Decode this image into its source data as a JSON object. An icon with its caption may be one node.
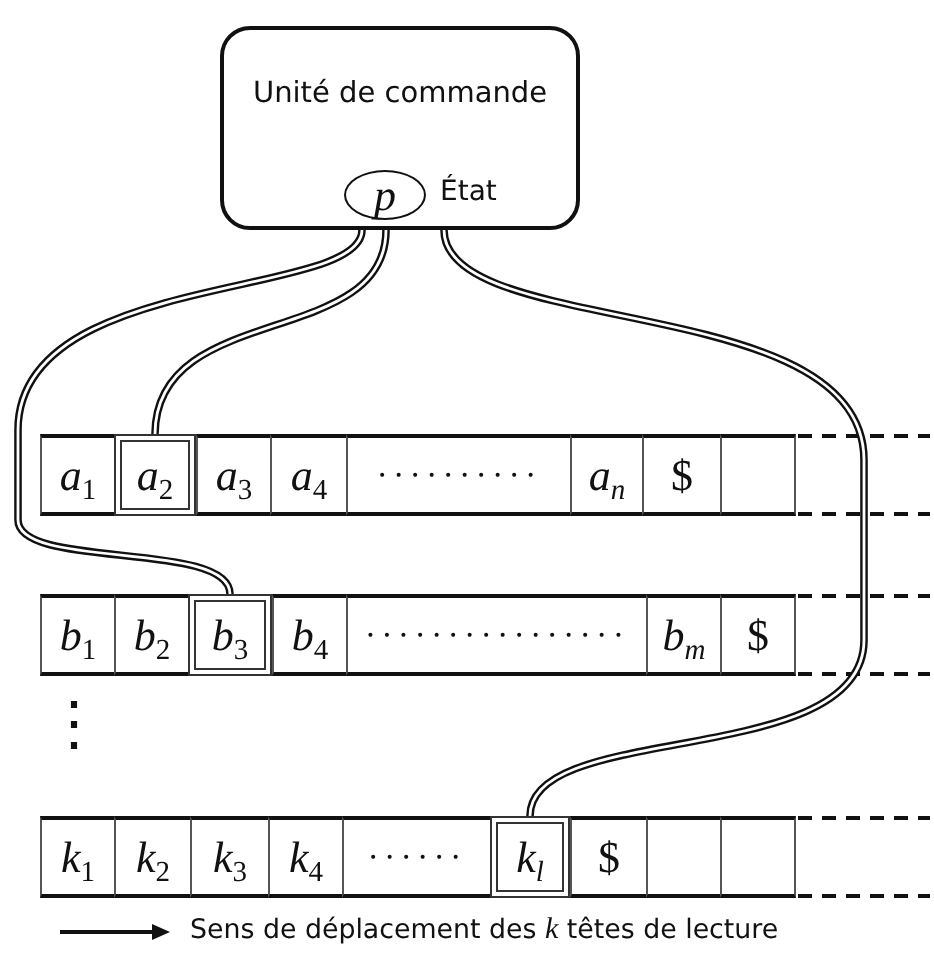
{
  "diagram": {
    "nodes": [
      {
        "text": [
          "Unité de commande"
        ]
      },
      {
        "text": [
          "p"
        ],
        "in": 0,
        "beside": [
          "État"
        ]
      },
      {
        "text": [
          "*a*$_{1}$"
        ]
      },
      {
        "text": [
          "*a*$_{2}$"
        ]
      },
      {
        "text": [
          "*a*$_{3}$"
        ]
      },
      {
        "text": [
          "*a*$_{4}$"
        ]
      },
      {
        "text": [
          "··········"
        ]
      },
      {
        "text": [
          "*a*$_{n}$"
        ]
      },
      {
        "text": [
          "$"
        ]
      },
      {
        "text": [],
        "shape": "box"
      },
      {
        "text": [
          "*b*$_{1}$"
        ]
      },
      {
        "text": [
          "*b*$_{2}$"
        ]
      },
      {
        "text": [
          "*b*$_{3}$"
        ]
      },
      {
        "text": [
          "*b*$_{4}$"
        ]
      },
      {
        "text": [
          "················"
        ]
      },
      {
        "text": [
          "*b*$_{m}$"
        ]
      },
      {
        "text": [
          "$"
        ]
      },
      {
        "text": [
          "*k*$_{1}$"
        ]
      },
      {
        "text": [
          "*k*$_{2}$"
        ]
      },
      {
        "text": [
          "*k*$_{3}$"
        ]
      },
      {
        "text": [
          "*k*$_{4}$"
        ]
      },
      {
        "text": [
          "······"
        ]
      },
      {
        "text": [
          "*k*$_{l}$"
        ]
      },
      {
        "text": [
          "$"
        ]
      },
      {
        "text": [],
        "shape": "box"
      },
      {
        "text": [],
        "shape": "box"
      }
    ],
    "edges": [
      {
        "from": 0,
        "to": 3,
        "arrow": "none"
      },
      {
        "from": 0,
        "to": 12,
        "arrow": "none"
      },
      {
        "from": 0,
        "to": 22,
        "arrow": "none"
      }
    ],
    "labels": [
      "⋮",
      "Sens de déplacement des *k* têtes de lecture"
    ]
  }
}
